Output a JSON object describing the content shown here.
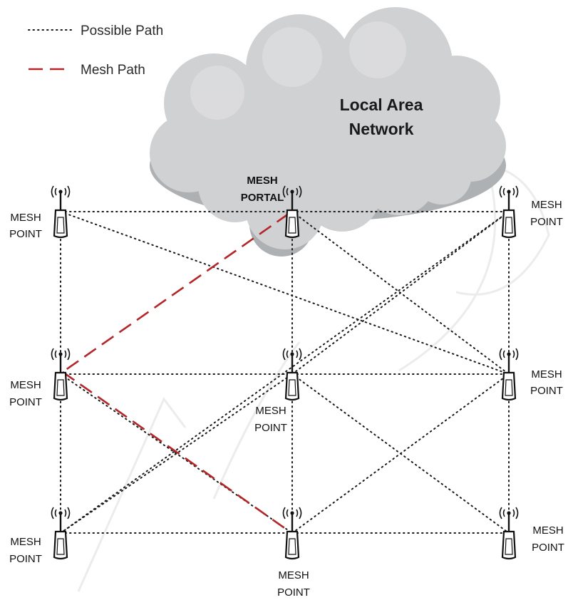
{
  "legend": {
    "possible_path": "Possible Path",
    "mesh_path": "Mesh Path"
  },
  "cloud": {
    "line1": "Local Area",
    "line2": "Network"
  },
  "nodes": {
    "portal": {
      "line1": "MESH",
      "line2": "PORTAL"
    },
    "top_left": {
      "line1": "MESH",
      "line2": "POINT"
    },
    "top_right": {
      "line1": "MESH",
      "line2": "POINT"
    },
    "mid_left": {
      "line1": "MESH",
      "line2": "POINT"
    },
    "mid_center": {
      "line1": "MESH",
      "line2": "POINT"
    },
    "mid_right": {
      "line1": "MESH",
      "line2": "POINT"
    },
    "bot_left": {
      "line1": "MESH",
      "line2": "POINT"
    },
    "bot_center": {
      "line1": "MESH",
      "line2": "POINT"
    },
    "bot_right": {
      "line1": "MESH",
      "line2": "POINT"
    }
  },
  "colors": {
    "mesh_path": "#b3262a",
    "possible_path": "#1a1a1a",
    "cloud_fill": "#cfd1d3",
    "cloud_shadow": "#aeb1b4"
  },
  "icons": {
    "node": "antenna-access-point-icon",
    "cloud": "cloud-icon"
  }
}
